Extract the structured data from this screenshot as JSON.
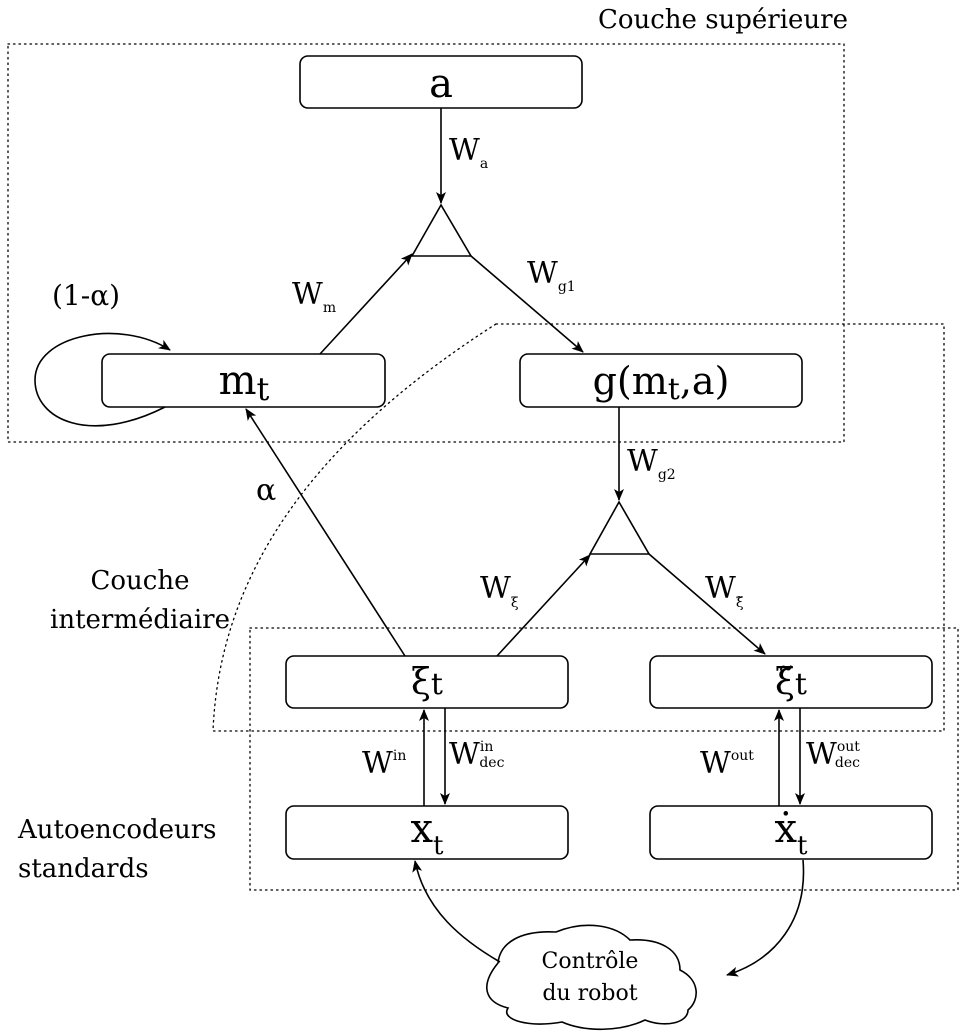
{
  "layers": {
    "top": "Couche supérieure",
    "middle_line1": "Couche",
    "middle_line2": "intermédiaire",
    "bottom_line1": "Autoencodeurs",
    "bottom_line2": "standards"
  },
  "nodes": {
    "a": "a",
    "m_base": "m",
    "m_sub": "t",
    "g_prefix": "g(m",
    "g_sub": "t",
    "g_suffix": ",a)",
    "xi_base": "ξ",
    "xi_sub": "t",
    "xi_tilde_base": "ξ̃",
    "xi_tilde_sub": "t",
    "x_base": "x",
    "x_sub": "t",
    "xdot_base": "ẋ",
    "xdot_sub": "t"
  },
  "weights": {
    "W": "W",
    "a": "a",
    "m": "m",
    "g1": "g1",
    "g2": "g2",
    "xi": "ξ",
    "xi_tilde": "ξ̃",
    "in": "in",
    "dec": "dec",
    "out": "out"
  },
  "rates": {
    "loop": "(1-α)",
    "alpha": "α"
  },
  "robot": {
    "line1": "Contrôle",
    "line2": "du robot"
  }
}
